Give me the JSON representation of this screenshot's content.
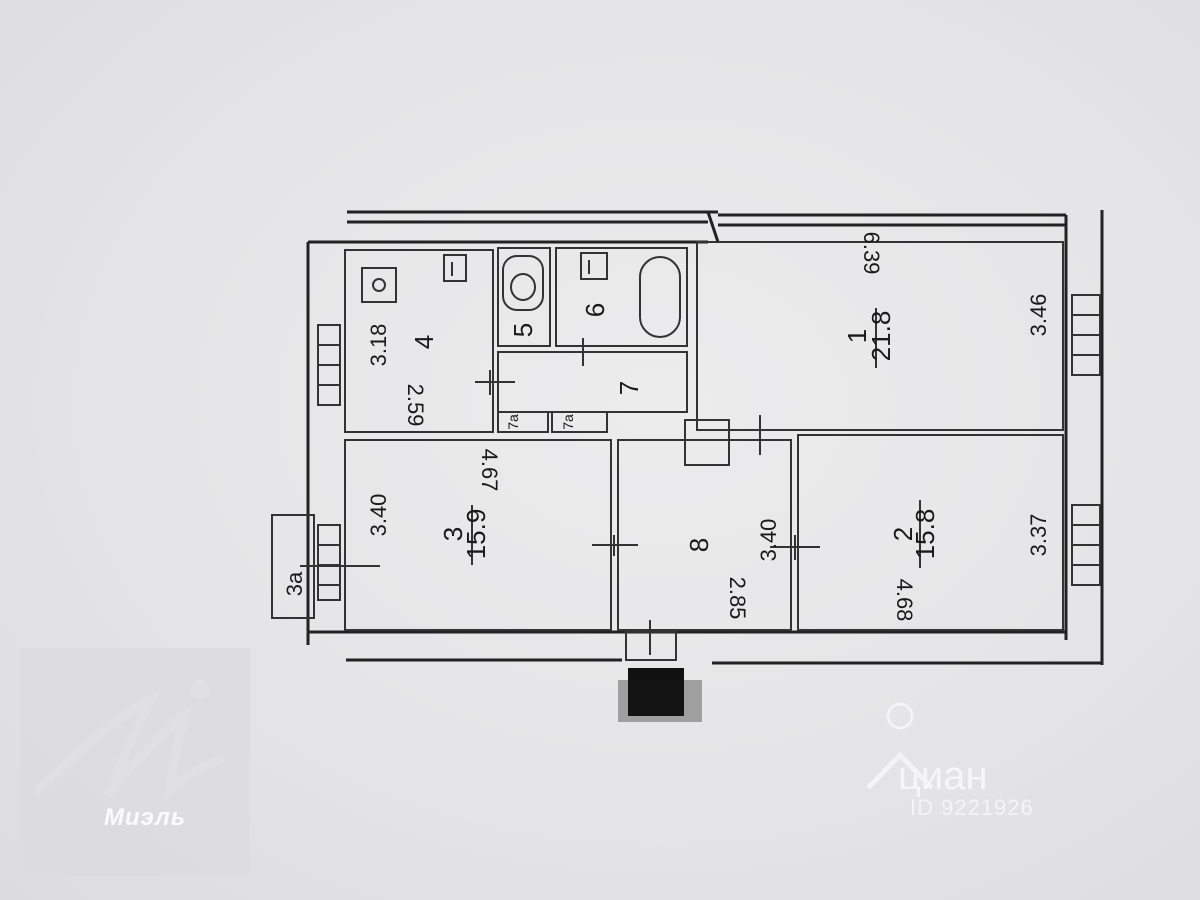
{
  "rooms": [
    {
      "number": "1",
      "area": "21.8",
      "dim_a": "6.39",
      "dim_b": "3.46"
    },
    {
      "number": "2",
      "area": "15.8",
      "dim_a": "4.68",
      "dim_b": "3.37"
    },
    {
      "number": "3",
      "area": "15.9",
      "dim_a": "4.67",
      "dim_b": "3.40"
    },
    {
      "number": "4",
      "dim_a": "2.59",
      "dim_b": "3.18"
    },
    {
      "number": "5"
    },
    {
      "number": "6"
    },
    {
      "number": "7",
      "sub_a": "7a",
      "sub_b": "7a"
    },
    {
      "number": "8",
      "dim_a": "2.85",
      "dim_b": "3.40"
    }
  ],
  "balcony_label": "3a",
  "watermark_left": {
    "name": "Миэль"
  },
  "watermark_right": {
    "brand": "циан",
    "id": "ID 9221926"
  },
  "colors": {
    "background": "#e7e7e8",
    "lines": "#222222",
    "text": "#1a1a1a",
    "watermark": "#f6f6f7"
  }
}
